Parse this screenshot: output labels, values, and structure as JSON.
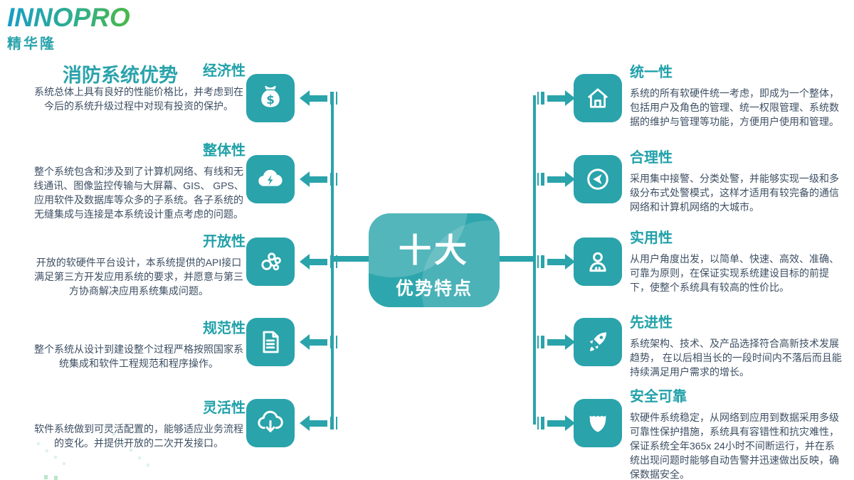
{
  "logo": {
    "brand": "INNOPRO",
    "subbrand": "精华隆"
  },
  "page_title": "消防系统优势",
  "center": {
    "line1": "十大",
    "line2": "优势特点"
  },
  "left_items": [
    {
      "title": "经济性",
      "icon": "money-bag-icon",
      "desc": "系统总体上具有良好的性能价格比，并考虑到在今后的系统升级过程中对现有投资的保护。"
    },
    {
      "title": "整体性",
      "icon": "cloud-lightning-icon",
      "desc": "整个系统包含和涉及到了计算机网络、有线和无线通讯、图像监控传输与大屏幕、GIS、 GPS、应用软件及数据库等众多的子系统。各子系统的无缝集成与连接是本系统设计重点考虑的问题。"
    },
    {
      "title": "开放性",
      "icon": "molecule-icon",
      "desc": "开放的软硬件平台设计，本系统提供的API接口满足第三方开发应用系统的要求，并愿意与第三方协商解决应用系统集成问题。"
    },
    {
      "title": "规范性",
      "icon": "document-icon",
      "desc": "整个系统从设计到建设整个过程严格按照国家系统集成和软件工程规范和程序操作。"
    },
    {
      "title": "灵活性",
      "icon": "cloud-download-icon",
      "desc": "软件系统做到可灵活配置的，能够适应业务流程的变化。并提供开放的二次开发接口。"
    }
  ],
  "right_items": [
    {
      "title": "统一性",
      "icon": "home-icon",
      "desc": "系统的所有软硬件统一考虑，即成为一个整体，包括用户及角色的管理、统一权限管理、系统数据的维护与管理等功能，方便用户使用和管理。"
    },
    {
      "title": "合理性",
      "icon": "navigation-icon",
      "desc": "采用集中接警、分类处警，并能够实现一级和多级分布式处警模式，这样才适用有较完备的通信网络和计算机网络的大城市。"
    },
    {
      "title": "实用性",
      "icon": "user-icon",
      "desc": "从用户角度出发，以简单、快速、高效、准确、可靠为原则，在保证实现系统建设目标的前提下，使整个系统具有较高的性价比。"
    },
    {
      "title": "先进性",
      "icon": "rocket-icon",
      "desc": "系统架构、技术、及产品选择符合高新技术发展趋势， 在以后相当长的一段时间内不落后而且能持续满足用户需求的增长。"
    },
    {
      "title": "安全可靠",
      "icon": "shield-icon",
      "desc": "软硬件系统稳定，从网络到应用到数据采用多级可靠性保护措施，系统具有容错性和抗灾难性，保证系统全年365x 24小时不间断运行，并在系统出现问题时能够自动告警并迅速做出反映，确保数据安全。"
    }
  ],
  "colors": {
    "primary": "#2aa3ab",
    "heading": "#21a1a9",
    "body_text": "#3e4f63",
    "logo_gradient_start": "#189dc5",
    "logo_gradient_end": "#4cb84a",
    "white": "#ffffff"
  }
}
